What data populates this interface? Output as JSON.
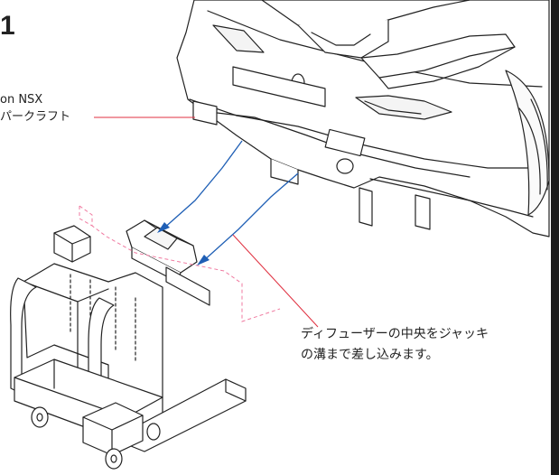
{
  "heading": "1",
  "product": {
    "line1": "on NSX",
    "line2": "パークラフト"
  },
  "instruction": {
    "line1": "ディフューザーの中央をジャッキ",
    "line2": "の溝まで差し込みます。"
  },
  "colors": {
    "blue_arrow": "#1f5fb5",
    "red_guide": "#e03040",
    "pink_dash": "#f07aa0",
    "line": "#222222",
    "frame": "#1a1a1a"
  }
}
